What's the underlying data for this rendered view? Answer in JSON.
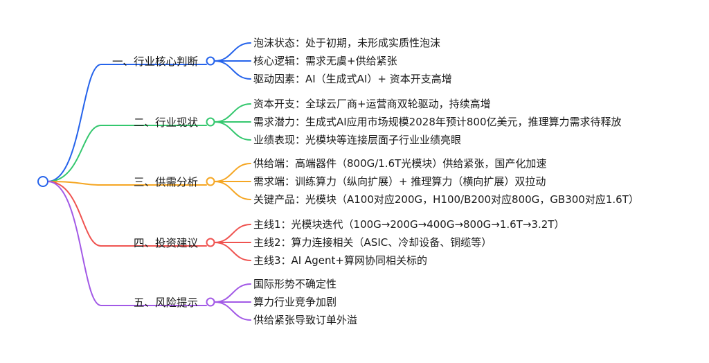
{
  "mindmap": {
    "branches": [
      {
        "label": "一、行业核心判断",
        "color": "#2563eb",
        "leaves": [
          "泡沫状态：处于初期，未形成实质性泡沫",
          "核心逻辑：需求无虞+供给紧张",
          "驱动因素：AI（生成式AI）+ 资本开支高增"
        ]
      },
      {
        "label": "二、行业现状",
        "color": "#34c76e",
        "leaves": [
          "资本开支：全球云厂商+运营商双轮驱动，持续高增",
          "需求潜力：生成式AI应用市场规模2028年预计800亿美元，推理算力需求待释放",
          "业绩表现：光模块等连接层面子行业业绩亮眼"
        ]
      },
      {
        "label": "三、供需分析",
        "color": "#f5a623",
        "leaves": [
          "供给端：高端器件（800G/1.6T光模块）供给紧张，国产化加速",
          "需求端：训练算力（纵向扩展）+ 推理算力（横向扩展）双拉动",
          "关键产品：光模块（A100对应200G，H100/B200对应800G，GB300对应1.6T）"
        ]
      },
      {
        "label": "四、投资建议",
        "color": "#ef5350",
        "leaves": [
          "主线1：光模块迭代（100G→200G→400G→800G→1.6T→3.2T）",
          "主线2：算力连接相关（ASIC、冷却设备、铜缆等）",
          "主线3：AI Agent+算网协同相关标的"
        ]
      },
      {
        "label": "五、风险提示",
        "color": "#a259e6",
        "leaves": [
          "国际形势不确定性",
          "算力行业竞争加剧",
          "供给紧张导致订单外溢"
        ]
      }
    ]
  }
}
